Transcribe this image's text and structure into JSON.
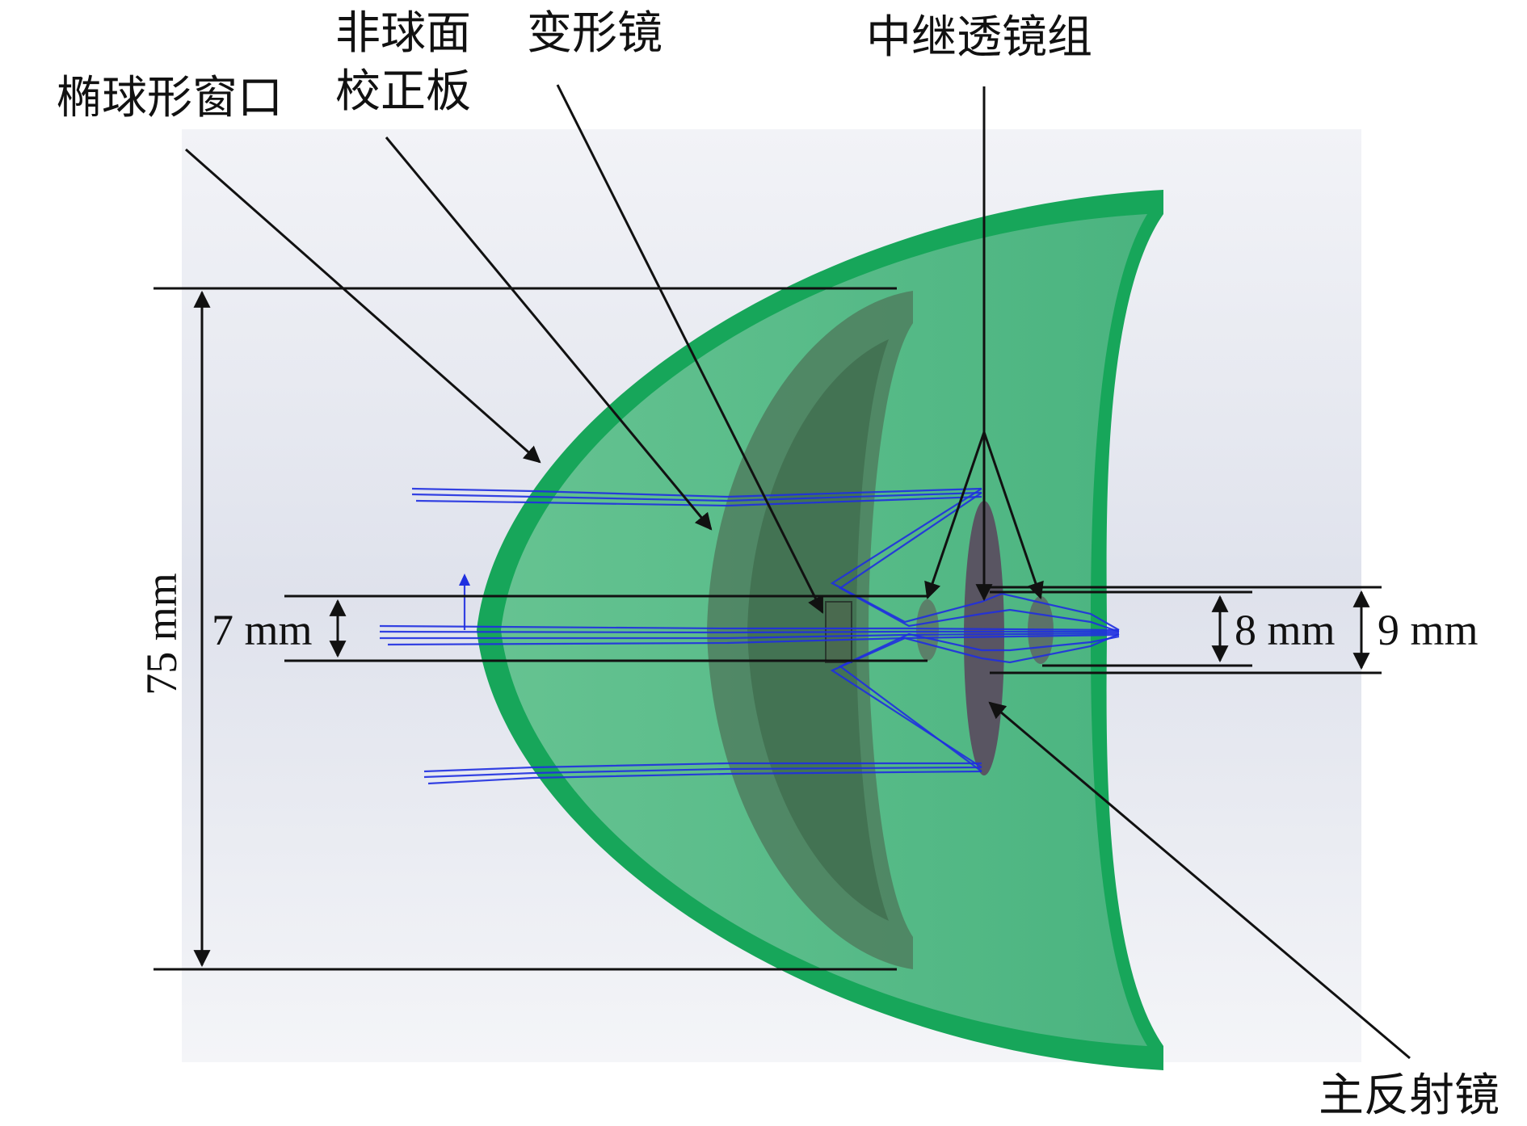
{
  "labels": {
    "ellipsoidal_window": "椭球形窗口",
    "aspheric_corrector_line1": "非球面",
    "aspheric_corrector_line2": "校正板",
    "deformable_mirror": "变形镜",
    "relay_lens_group": "中继透镜组",
    "primary_mirror": "主反射镜"
  },
  "dimensions": {
    "overall_diameter": "75 mm",
    "secondary_aperture": "7 mm",
    "relay_aperture_inner": "8 mm",
    "relay_aperture_outer": "9 mm"
  },
  "colors": {
    "window_shell": "#17a65a",
    "window_fill": "#5fbf8a",
    "corrector_plate": "#4f7f5f",
    "primary_mirror": "#5a4a5e",
    "rays": "#1f2fe0",
    "background_panel": "#e9ebf2"
  }
}
